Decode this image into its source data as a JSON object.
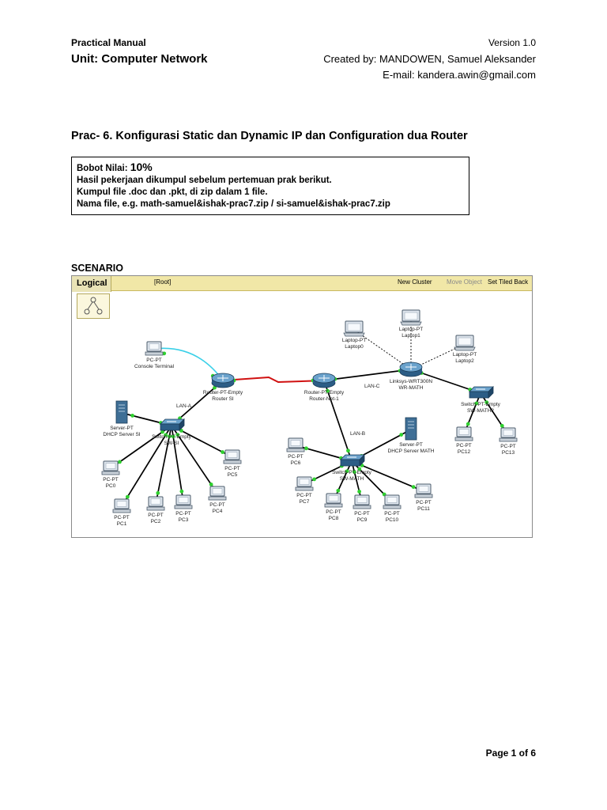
{
  "header": {
    "manual_label": "Practical Manual",
    "unit": "Unit: Computer Network",
    "version": "Version 1.0",
    "created_by": "Created by: MANDOWEN, Samuel Aleksander",
    "email": "E-mail: kandera.awin@gmail.com"
  },
  "title": "Prac- 6. Konfigurasi Static dan Dynamic IP dan Configuration dua Router",
  "infobox": {
    "bobot_label": "Bobot Nilai:",
    "bobot_value": "10%",
    "line1": "Hasil pekerjaan dikumpul sebelum pertemuan prak berikut.",
    "line2": "Kumpul file .doc dan .pkt, di zip dalam 1 file.",
    "line3": "Nama file, e.g.  math-samuel&ishak-prac7.zip /  si-samuel&ishak-prac7.zip"
  },
  "scenario_label": "SCENARIO",
  "figure": {
    "tab_logical": "Logical",
    "root": "[Root]",
    "new_cluster": "New Cluster",
    "move_object": "Move Object",
    "set_tiled": "Set Tiled Back",
    "link_labels": {
      "lan_a": "LAN-A",
      "lan_b": "LAN-B",
      "lan_c": "LAN-C"
    },
    "devices": {
      "console_terminal": [
        "PC-PT",
        "Console Terminal"
      ],
      "router_si": [
        "Router-PT-Empty",
        "Router SI"
      ],
      "router_net1": [
        "Router-PT-Empty",
        "Router-Net-1"
      ],
      "wireless_router": [
        "Linksys-WRT300N",
        "WR-MATH"
      ],
      "laptop0": [
        "Laptop-PT",
        "Laptop0"
      ],
      "laptop1": [
        "Laptop-PT",
        "Laptop1"
      ],
      "laptop2": [
        "Laptop-PT",
        "Laptop2"
      ],
      "switch_si": [
        "Switch-PT-Empty",
        "SW-SI"
      ],
      "switch_math": [
        "Switch-PT-Empty",
        "SW-MATH"
      ],
      "switch_math2": [
        "Switch-PT-Empty",
        "SW-MATH2"
      ],
      "dhcp_si": [
        "Server-PT",
        "DHCP Server SI"
      ],
      "dhcp_math": [
        "Server-PT",
        "DHCP Server MATH"
      ],
      "pc0": [
        "PC-PT",
        "PC0"
      ],
      "pc1": [
        "PC-PT",
        "PC1"
      ],
      "pc2": [
        "PC-PT",
        "PC2"
      ],
      "pc3": [
        "PC-PT",
        "PC3"
      ],
      "pc4": [
        "PC-PT",
        "PC4"
      ],
      "pc5": [
        "PC-PT",
        "PC5"
      ],
      "pc6": [
        "PC-PT",
        "PC6"
      ],
      "pc7": [
        "PC-PT",
        "PC7"
      ],
      "pc8": [
        "PC-PT",
        "PC8"
      ],
      "pc9": [
        "PC-PT",
        "PC9"
      ],
      "pc10": [
        "PC-PT",
        "PC10"
      ],
      "pc11": [
        "PC-PT",
        "PC11"
      ],
      "pc12": [
        "PC-PT",
        "PC12"
      ],
      "pc13": [
        "PC-PT",
        "PC13"
      ]
    }
  },
  "footer": "Page 1 of 6",
  "colors": {
    "link": "#000000",
    "serial": "#d01010",
    "console": "#3ad0e8",
    "wireless": "#000000",
    "port_led": "#2fd12f",
    "toolbar": "#f1e7a7"
  }
}
